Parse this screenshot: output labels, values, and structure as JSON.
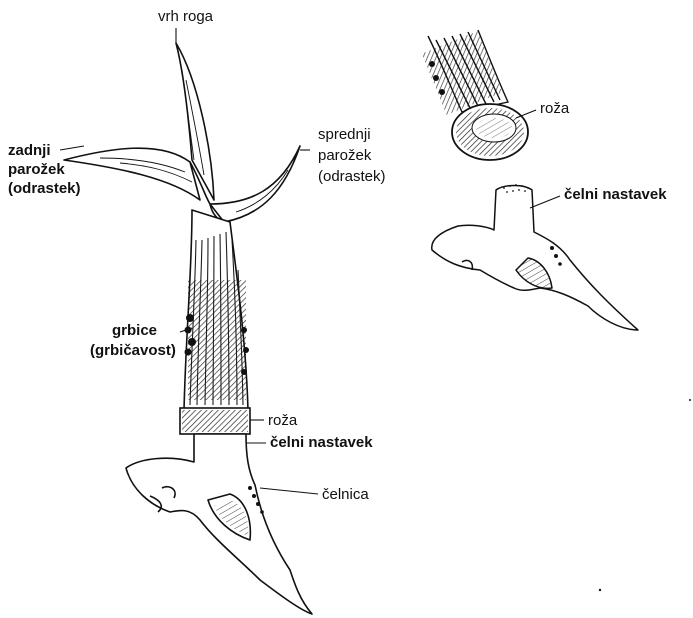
{
  "labels": {
    "vrh_roga": "vrh roga",
    "zadnji_line1": "zadnji",
    "zadnji_line2": "parožek",
    "zadnji_line3": "(odrastek)",
    "sprednji_line1": "sprednji",
    "sprednji_line2": "parožek",
    "sprednji_line3": "(odrastek)",
    "grbice_line1": "grbice",
    "grbice_line2": "(grbičavost)",
    "roza_main": "roža",
    "celni_nastavek_main": "čelni nastavek",
    "celnica": "čelnica",
    "roza_detail": "roža",
    "celni_nastavek_detail": "čelni nastavek"
  },
  "colors": {
    "ink": "#111111",
    "paper": "#ffffff"
  }
}
